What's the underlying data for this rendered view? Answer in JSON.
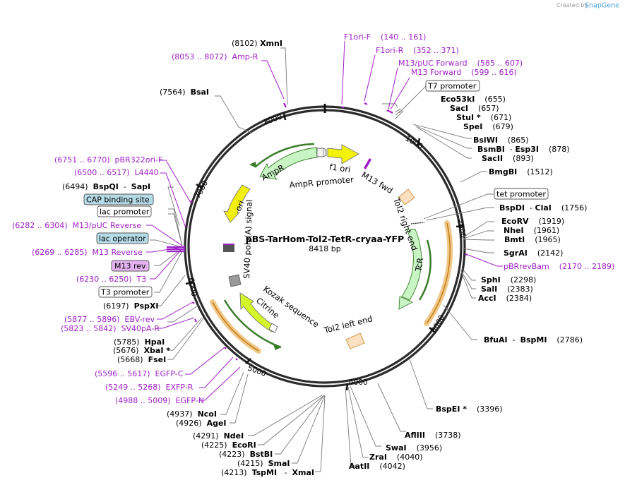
{
  "credit": {
    "prefix": "Created by",
    "brand": "SnapGene"
  },
  "plasmid": {
    "name": "pBS-TarHom-Tol2-TetR-cryaa-YFP",
    "size": "8418 bp"
  },
  "ticks": [
    "1000",
    "2000",
    "3000",
    "4000",
    "5000",
    "6000",
    "7000",
    "8000"
  ],
  "sites": [
    {
      "id": "s1",
      "lines": [
        [
          "",
          "(8102) "
        ],
        [
          "b",
          "XmnI"
        ]
      ]
    },
    {
      "id": "s2",
      "lines": [
        [
          "p",
          "(8053 .. 8072)  Amp-R"
        ]
      ]
    },
    {
      "id": "s3",
      "lines": [
        [
          "p",
          "F1ori-F    (140 .. 161)"
        ]
      ]
    },
    {
      "id": "s4",
      "lines": [
        [
          "p",
          "F1ori-R    (352 .. 371)"
        ]
      ]
    },
    {
      "id": "s5",
      "lines": [
        [
          "p",
          "M13/pUC Forward    (585 .. 607)"
        ]
      ]
    },
    {
      "id": "s6",
      "lines": [
        [
          "p",
          "M13 Forward    (599 .. 616)"
        ]
      ]
    },
    {
      "id": "s7",
      "lines": [
        [
          "",
          "(7564)  "
        ],
        [
          "b",
          "BsaI"
        ]
      ]
    },
    {
      "id": "s8",
      "lines": [
        [
          "b",
          "Eco53kI"
        ],
        [
          "",
          "    (655)"
        ]
      ]
    },
    {
      "id": "s9",
      "lines": [
        [
          "b",
          "SacI"
        ],
        [
          "",
          "    (657)"
        ]
      ]
    },
    {
      "id": "s10",
      "lines": [
        [
          "b",
          "StuI *"
        ],
        [
          "",
          "    (671)"
        ]
      ]
    },
    {
      "id": "s11",
      "lines": [
        [
          "b",
          "SpeI"
        ],
        [
          "",
          "    (679)"
        ]
      ]
    },
    {
      "id": "s12",
      "lines": [
        [
          "b",
          "BsiWI"
        ],
        [
          "",
          "    (865)"
        ]
      ]
    },
    {
      "id": "s13",
      "lines": [
        [
          "b",
          "BsmBI"
        ],
        [
          "",
          "  - "
        ],
        [
          "b",
          "Esp3I"
        ],
        [
          "",
          "    (878)"
        ]
      ]
    },
    {
      "id": "s14",
      "lines": [
        [
          "b",
          "SacII"
        ],
        [
          "",
          "    (893)"
        ]
      ]
    },
    {
      "id": "s15",
      "lines": [
        [
          "b",
          "BmgBI"
        ],
        [
          "",
          "    (1512)"
        ]
      ]
    },
    {
      "id": "s16",
      "lines": [
        [
          "p",
          "(6751 .. 6770)  pBR322ori-F"
        ]
      ]
    },
    {
      "id": "s17",
      "lines": [
        [
          "p",
          "(6500 .. 6517)  L4440"
        ]
      ]
    },
    {
      "id": "s18",
      "lines": [
        [
          "",
          "(6494)  "
        ],
        [
          "b",
          "BspQI"
        ],
        [
          "",
          "  -  "
        ],
        [
          "b",
          "SapI"
        ]
      ]
    },
    {
      "id": "s19",
      "lines": [
        [
          "b",
          "BspDI"
        ],
        [
          "",
          "  - "
        ],
        [
          "b",
          "ClaI"
        ],
        [
          "",
          "    (1756)"
        ]
      ]
    },
    {
      "id": "s20",
      "lines": [
        [
          "p",
          "(6282 .. 6304)  M13/pUC Reverse"
        ]
      ]
    },
    {
      "id": "s21",
      "lines": [
        [
          "b",
          "EcoRV"
        ],
        [
          "",
          "    (1919)"
        ]
      ]
    },
    {
      "id": "s22",
      "lines": [
        [
          "b",
          "NheI"
        ],
        [
          "",
          "    (1961)"
        ]
      ]
    },
    {
      "id": "s23",
      "lines": [
        [
          "b",
          "BmtI"
        ],
        [
          "",
          "    (1965)"
        ]
      ]
    },
    {
      "id": "s24",
      "lines": [
        [
          "p",
          "(6269 .. 6285)  M13 Reverse"
        ]
      ]
    },
    {
      "id": "s25",
      "lines": [
        [
          "b",
          "SgrAI"
        ],
        [
          "",
          "    (2142)"
        ]
      ]
    },
    {
      "id": "s26",
      "lines": [
        [
          "p",
          "pBRrevBam    (2170 .. 2189)"
        ]
      ]
    },
    {
      "id": "s27",
      "lines": [
        [
          "p",
          "(6230 .. 6250)  T3"
        ]
      ]
    },
    {
      "id": "s28",
      "lines": [
        [
          "b",
          "SphI"
        ],
        [
          "",
          "    (2298)"
        ]
      ]
    },
    {
      "id": "s29",
      "lines": [
        [
          "b",
          "SalI"
        ],
        [
          "",
          "    (2383)"
        ]
      ]
    },
    {
      "id": "s30",
      "lines": [
        [
          "b",
          "AccI"
        ],
        [
          "",
          "    (2384)"
        ]
      ]
    },
    {
      "id": "s31",
      "lines": [
        [
          "",
          "(6197)  "
        ],
        [
          "b",
          "PspXI"
        ]
      ]
    },
    {
      "id": "s32",
      "lines": [
        [
          "p",
          "(5877 .. 5896)  EBV-rev"
        ]
      ]
    },
    {
      "id": "s33",
      "lines": [
        [
          "p",
          "(5823 .. 5842)  SV40pA-R"
        ]
      ]
    },
    {
      "id": "s34",
      "lines": [
        [
          "b",
          "BfuAI"
        ],
        [
          "",
          "  -  "
        ],
        [
          "b",
          "BspMI"
        ],
        [
          "",
          "    (2786)"
        ]
      ]
    },
    {
      "id": "s35",
      "lines": [
        [
          "",
          "(5785)  "
        ],
        [
          "b",
          "HpaI"
        ]
      ]
    },
    {
      "id": "s36",
      "lines": [
        [
          "",
          "(5676)  "
        ],
        [
          "b",
          "XbaI *"
        ]
      ]
    },
    {
      "id": "s37",
      "lines": [
        [
          "",
          "(5668)  "
        ],
        [
          "b",
          "FseI"
        ]
      ]
    },
    {
      "id": "s38",
      "lines": [
        [
          "p",
          "(5596 .. 5617)  EGFP-C"
        ]
      ]
    },
    {
      "id": "s39",
      "lines": [
        [
          "p",
          "(5249 .. 5268)  EXFP-R"
        ]
      ]
    },
    {
      "id": "s40",
      "lines": [
        [
          "p",
          "(4988 .. 5009)  EGFP-N"
        ]
      ]
    },
    {
      "id": "s41",
      "lines": [
        [
          "b",
          "BspEI *"
        ],
        [
          "",
          "    (3396)"
        ]
      ]
    },
    {
      "id": "s42",
      "lines": [
        [
          "",
          "(4937)  "
        ],
        [
          "b",
          "NcoI"
        ]
      ]
    },
    {
      "id": "s43",
      "lines": [
        [
          "",
          "(4926)  "
        ],
        [
          "b",
          "AgeI"
        ]
      ]
    },
    {
      "id": "s44",
      "lines": [
        [
          "b",
          "AflIII"
        ],
        [
          "",
          "    (3738)"
        ]
      ]
    },
    {
      "id": "s45",
      "lines": [
        [
          "",
          "(4291)  "
        ],
        [
          "b",
          "NdeI"
        ]
      ]
    },
    {
      "id": "s46",
      "lines": [
        [
          "",
          "(4225)  "
        ],
        [
          "b",
          "EcoRI"
        ]
      ]
    },
    {
      "id": "s47",
      "lines": [
        [
          "b",
          "SwaI"
        ],
        [
          "",
          "    (3956)"
        ]
      ]
    },
    {
      "id": "s48",
      "lines": [
        [
          "",
          "(4223)  "
        ],
        [
          "b",
          "BstBI"
        ]
      ]
    },
    {
      "id": "s49",
      "lines": [
        [
          "b",
          "ZraI"
        ],
        [
          "",
          "    (4040)"
        ]
      ]
    },
    {
      "id": "s50",
      "lines": [
        [
          "",
          "(4215)  "
        ],
        [
          "b",
          "SmaI"
        ]
      ]
    },
    {
      "id": "s51",
      "lines": [
        [
          "b",
          "AatII"
        ],
        [
          "",
          "    (4042)"
        ]
      ]
    },
    {
      "id": "s52",
      "lines": [
        [
          "",
          "(4213)  "
        ],
        [
          "b",
          "TspMI"
        ],
        [
          "",
          "   -  "
        ],
        [
          "b",
          "XmaI"
        ]
      ]
    }
  ],
  "boxed": [
    {
      "id": "b1",
      "text": "T7 promoter",
      "style": "white"
    },
    {
      "id": "b2",
      "text": "tet promoter",
      "style": "white"
    },
    {
      "id": "b3",
      "text": "CAP binding site",
      "style": "blue"
    },
    {
      "id": "b4",
      "text": "lac promoter",
      "style": "white"
    },
    {
      "id": "b5",
      "text": "lac operator",
      "style": "blue"
    },
    {
      "id": "b6",
      "text": "M13 rev",
      "style": "purple"
    },
    {
      "id": "b7",
      "text": "T3 promoter",
      "style": "white"
    }
  ],
  "features": [
    {
      "id": "f1",
      "text": "f1 ori"
    },
    {
      "id": "f2",
      "text": "AmpR promoter"
    },
    {
      "id": "f3",
      "text": "AmpR"
    },
    {
      "id": "f4",
      "text": "M13 fwd"
    },
    {
      "id": "f5",
      "text": "ori"
    },
    {
      "id": "f6",
      "text": "Tol2 right end"
    },
    {
      "id": "f7",
      "text": "SV40 poly(A) signal"
    },
    {
      "id": "f8",
      "text": "TcR"
    },
    {
      "id": "f9",
      "text": "Kozak sequence"
    },
    {
      "id": "f10",
      "text": "Citrine"
    },
    {
      "id": "f11",
      "text": "Tol2 left end"
    }
  ],
  "colors": {
    "backbone": "#2b2b2b",
    "site_line": "#7a7a7a",
    "primer": "#a020c8",
    "amp_fill": "#c9f5c5",
    "amp_stroke": "#3a7d2a",
    "ori_fill": "#f2ef10",
    "f1ori_fill": "#f2f20a",
    "citrine_fill": "#d4f52a",
    "tol2_fill": "#fbe0c2",
    "tol2_stroke": "#d08b3a",
    "orange_band": "#f0c88a",
    "orange_line": "#c07a10",
    "blue_box": "#b5dbe6",
    "purple_box": "#e6b3f2"
  }
}
